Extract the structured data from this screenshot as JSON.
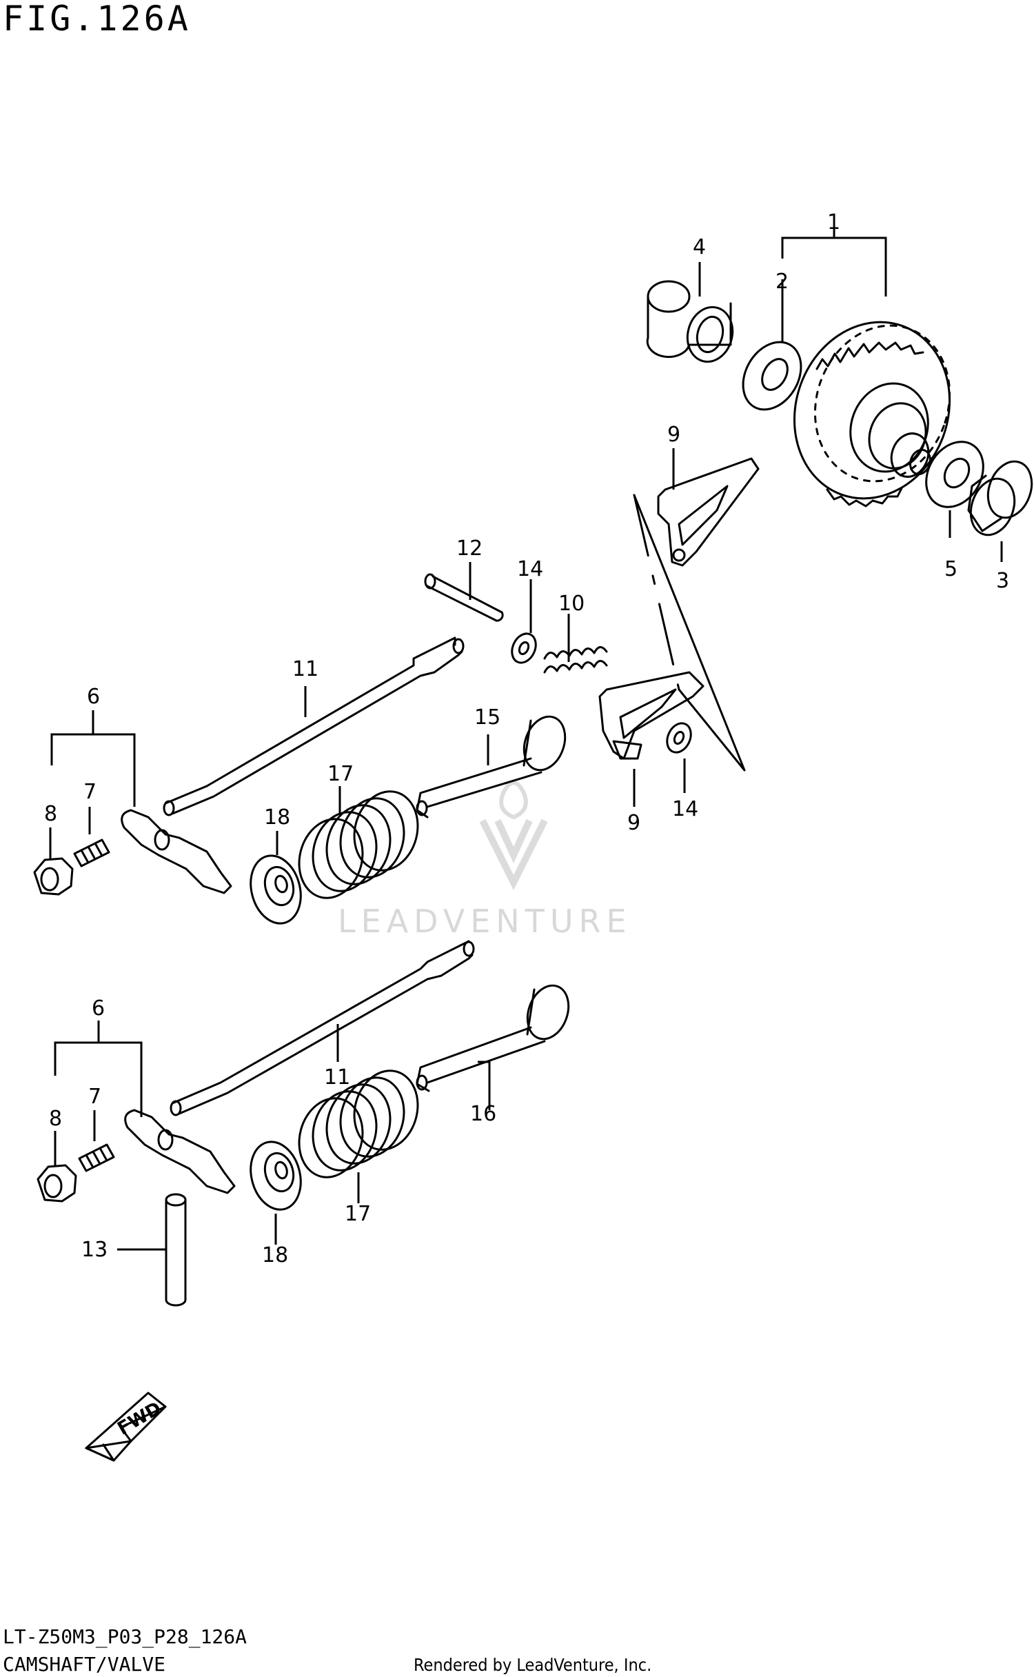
{
  "figure": {
    "title": "FIG.126A",
    "diagram_code": "LT-Z50M3_P03_P28_126A",
    "section_name": "CAMSHAFT/VALVE",
    "rendered_by": "Rendered by LeadVenture, Inc."
  },
  "watermark": {
    "text": "LEADVENTURE",
    "color": "#d4d4d4"
  },
  "fwd_arrow": {
    "label": "FWD"
  },
  "callouts": {
    "c1": "1",
    "c2": "2",
    "c3": "3",
    "c4": "4",
    "c5": "5",
    "c6a": "6",
    "c7a": "7",
    "c8a": "8",
    "c9a": "9",
    "c9b": "9",
    "c10": "10",
    "c11a": "11",
    "c12": "12",
    "c14a": "14",
    "c14b": "14",
    "c15": "15",
    "c17a": "17",
    "c18a": "18",
    "c6b": "6",
    "c7b": "7",
    "c8b": "8",
    "c11b": "11",
    "c13": "13",
    "c16": "16",
    "c17b": "17",
    "c18b": "18"
  }
}
